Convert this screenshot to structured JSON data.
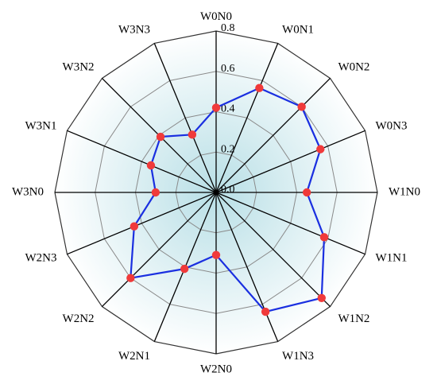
{
  "chart_data": {
    "type": "radar",
    "categories": [
      "W0N0",
      "W0N1",
      "W0N2",
      "W0N3",
      "W1N0",
      "W1N1",
      "W1N2",
      "W1N3",
      "W2N0",
      "W2N1",
      "W2N2",
      "W2N3",
      "W3N0",
      "W3N1",
      "W3N2",
      "W3N3"
    ],
    "series": [
      {
        "values": [
          0.42,
          0.56,
          0.6,
          0.56,
          0.45,
          0.58,
          0.74,
          0.64,
          0.31,
          0.41,
          0.6,
          0.44,
          0.3,
          0.35,
          0.39,
          0.31
        ],
        "line_color": "#1a2fe0",
        "marker_color": "#f03a3a"
      }
    ],
    "r_ticks": [
      "0.0",
      "0.2",
      "0.4",
      "0.6",
      "0.8"
    ],
    "r_range": [
      0,
      0.8
    ],
    "grid": true,
    "background_gradient": {
      "center": "#b8dfe6",
      "edge": "#ffffff"
    },
    "title": "",
    "xlabel": "",
    "ylabel": ""
  }
}
